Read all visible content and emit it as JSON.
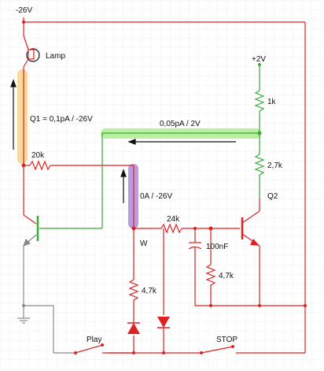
{
  "labels": {
    "neg26": "-26V",
    "lamp": "Lamp",
    "plus2": "+2V",
    "q1_note": "Q1 = 0,1pA / -26V",
    "r1k": "1k",
    "current_top": "0,05pA / 2V",
    "r20k": "20k",
    "r27k": "2,7k",
    "current_mid": "0A / -26V",
    "q2": "Q2",
    "r24k": "24k",
    "w": "W",
    "c100n": "100nF",
    "r47k_a": "4,7k",
    "r47k_b": "4,7k",
    "play": "Play",
    "stop": "STOP"
  },
  "colors": {
    "wire_red": "#e02020",
    "wire_green": "#3aa83a",
    "wire_grey": "#8a8a8a",
    "highlight_orange": "#f7d9a0",
    "highlight_green": "#b9ef9f",
    "highlight_purple": "#b89be0",
    "arrow": "#111111",
    "grid": "#ececec"
  }
}
